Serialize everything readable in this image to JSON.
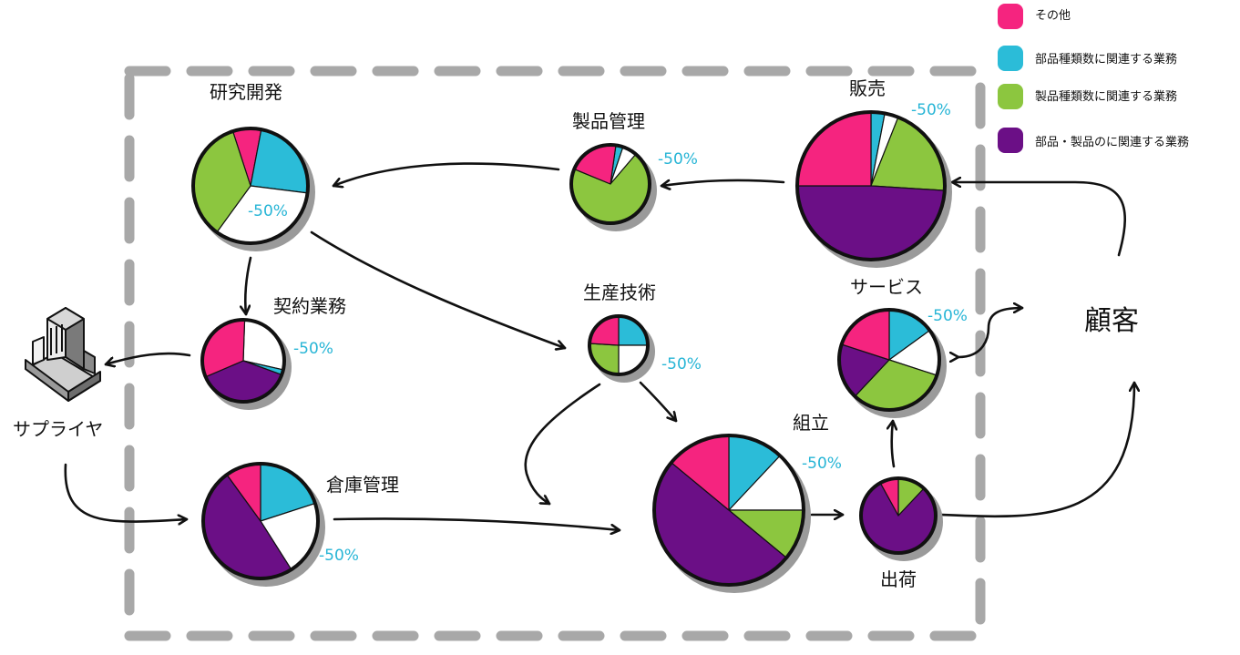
{
  "legend": {
    "items": [
      {
        "key": "other",
        "label": "その他",
        "color": "#f5247f"
      },
      {
        "key": "parts",
        "label": "部品種類数に関連する業務",
        "color": "#2bbcd8"
      },
      {
        "key": "products",
        "label": "製品種類数に関連する業務",
        "color": "#8cc63f"
      },
      {
        "key": "both",
        "label": "部品・製品のに関連する業務",
        "color": "#6b0f86"
      }
    ]
  },
  "colors": {
    "other": "#f5247f",
    "parts": "#2bbcd8",
    "products": "#8cc63f",
    "both": "#6b0f86",
    "reduction": "#ffffff",
    "pct_text": "#27b5d6",
    "frame": "#a8a8a8",
    "shadow": "#9a9a9a"
  },
  "nodes": [
    {
      "id": "rnd",
      "label": "研究開発",
      "pct": "-50%",
      "slices": [
        {
          "type": "other",
          "value": 8
        },
        {
          "type": "parts",
          "value": 24
        },
        {
          "type": "reduction",
          "value": 33
        },
        {
          "type": "products",
          "value": 35
        }
      ]
    },
    {
      "id": "product_mgmt",
      "label": "製品管理",
      "pct": "-50%",
      "slices": [
        {
          "type": "parts",
          "value": 3
        },
        {
          "type": "reduction",
          "value": 6
        },
        {
          "type": "products",
          "value": 70
        },
        {
          "type": "other",
          "value": 21
        }
      ]
    },
    {
      "id": "sales",
      "label": "販売",
      "pct": "-50%",
      "slices": [
        {
          "type": "parts",
          "value": 3
        },
        {
          "type": "reduction",
          "value": 3
        },
        {
          "type": "products",
          "value": 20
        },
        {
          "type": "both",
          "value": 49
        },
        {
          "type": "other",
          "value": 25
        }
      ]
    },
    {
      "id": "contract",
      "label": "契約業務",
      "pct": "-50%",
      "slices": [
        {
          "type": "reduction",
          "value": 28
        },
        {
          "type": "parts",
          "value": 2
        },
        {
          "type": "both",
          "value": 38
        },
        {
          "type": "other",
          "value": 32
        }
      ]
    },
    {
      "id": "prod_eng",
      "label": "生産技術",
      "pct": "-50%",
      "slices": [
        {
          "type": "parts",
          "value": 25
        },
        {
          "type": "reduction",
          "value": 25
        },
        {
          "type": "products",
          "value": 26
        },
        {
          "type": "other",
          "value": 24
        }
      ]
    },
    {
      "id": "service",
      "label": "サービス",
      "pct": "-50%",
      "slices": [
        {
          "type": "parts",
          "value": 15
        },
        {
          "type": "reduction",
          "value": 15
        },
        {
          "type": "products",
          "value": 32
        },
        {
          "type": "both",
          "value": 18
        },
        {
          "type": "other",
          "value": 20
        }
      ]
    },
    {
      "id": "warehouse",
      "label": "倉庫管理",
      "pct": "-50%",
      "slices": [
        {
          "type": "parts",
          "value": 20
        },
        {
          "type": "reduction",
          "value": 21
        },
        {
          "type": "both",
          "value": 49
        },
        {
          "type": "other",
          "value": 10
        }
      ]
    },
    {
      "id": "assembly",
      "label": "組立",
      "pct": "-50%",
      "slices": [
        {
          "type": "parts",
          "value": 12
        },
        {
          "type": "reduction",
          "value": 13
        },
        {
          "type": "products",
          "value": 11
        },
        {
          "type": "both",
          "value": 50
        },
        {
          "type": "other",
          "value": 14
        }
      ]
    },
    {
      "id": "shipping",
      "label": "出荷",
      "slices": [
        {
          "type": "products",
          "value": 12
        },
        {
          "type": "both",
          "value": 80
        },
        {
          "type": "other",
          "value": 8
        }
      ]
    }
  ],
  "supplier": {
    "label": "サプライヤ"
  },
  "customer": {
    "label": "顧客"
  }
}
